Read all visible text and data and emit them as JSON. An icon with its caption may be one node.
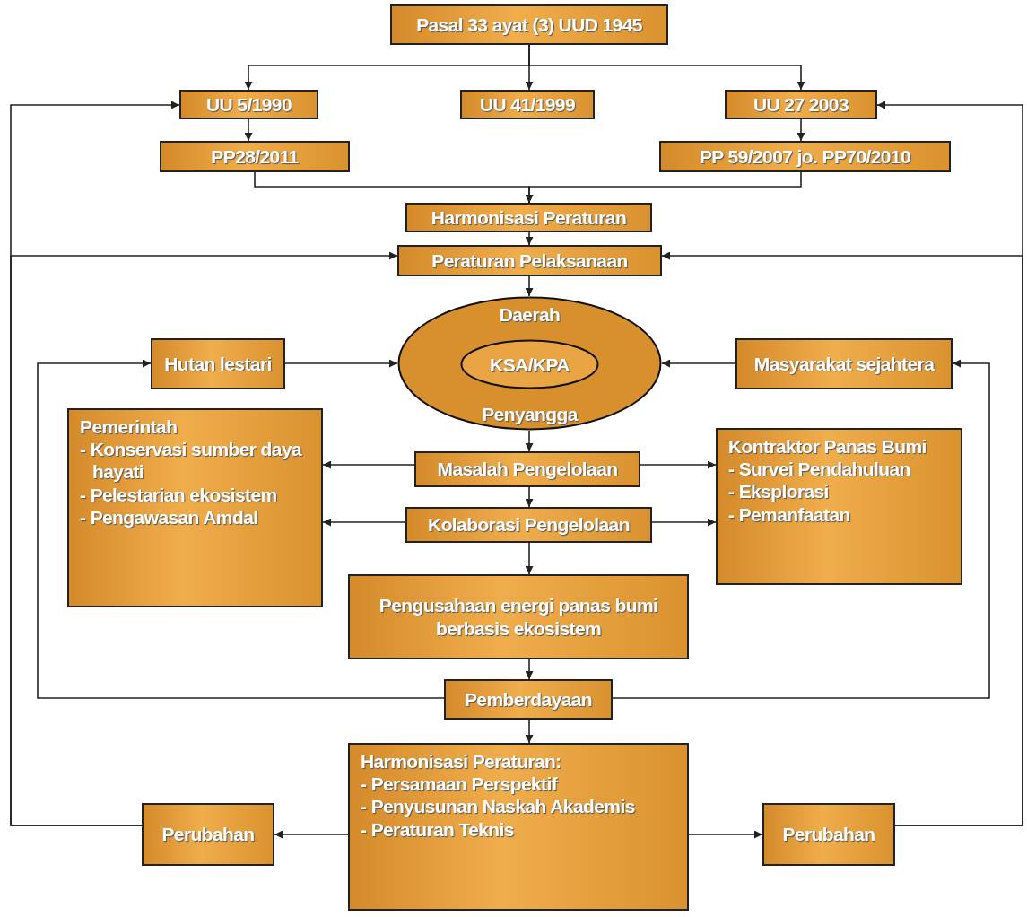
{
  "diagram": {
    "nodes": [
      {
        "text": [
          "Pasal 33 ayat (3) UUD 1945"
        ]
      },
      {
        "text": [
          "UU 5/1990"
        ]
      },
      {
        "text": [
          "UU 41/1999"
        ]
      },
      {
        "text": [
          "UU 27 2003"
        ]
      },
      {
        "text": [
          "PP28/2011"
        ]
      },
      {
        "text": [
          "PP 59/2007 jo. PP70/2010"
        ]
      },
      {
        "text": [
          "Harmonisasi Peraturan"
        ]
      },
      {
        "text": [
          "Peraturan Pelaksanaan"
        ]
      },
      {
        "text": [
          "Daerah",
          "Penyangga"
        ]
      },
      {
        "text": [
          "KSA/KPA"
        ],
        "in": 8
      },
      {
        "text": [
          "Hutan lestari"
        ]
      },
      {
        "text": [
          "Masyarakat sejahtera"
        ]
      },
      {
        "text": [
          "Pemerintah",
          "- Konservasi sumber daya hayati",
          "- Pelestarian ekosistem",
          "- Pengawasan Amdal"
        ]
      },
      {
        "text": [
          "Masalah Pengelolaan"
        ]
      },
      {
        "text": [
          "Kontraktor Panas Bumi",
          "- Survei Pendahuluan",
          "- Eksplorasi",
          "- Pemanfaatan"
        ]
      },
      {
        "text": [
          "Kolaborasi Pengelolaan"
        ]
      },
      {
        "text": [
          "Pengusahaan energi panas bumi berbasis ekosistem"
        ]
      },
      {
        "text": [
          "Pemberdayaan"
        ]
      },
      {
        "text": [
          "Harmonisasi Peraturan:",
          "- Persamaan Perspektif",
          "- Penyusunan Naskah Akademis",
          "- Peraturan Teknis"
        ]
      },
      {
        "text": [
          "Perubahan"
        ]
      },
      {
        "text": [
          "Perubahan"
        ]
      }
    ],
    "edges": [
      {
        "from": 0,
        "to": 1,
        "arrow": "to"
      },
      {
        "from": 0,
        "to": 2,
        "arrow": "to"
      },
      {
        "from": 0,
        "to": 3,
        "arrow": "to"
      },
      {
        "from": 1,
        "to": 4,
        "arrow": "to"
      },
      {
        "from": 3,
        "to": 5,
        "arrow": "to"
      },
      {
        "from": 4,
        "to": 6,
        "arrow": "to"
      },
      {
        "from": 5,
        "to": 6,
        "arrow": "to"
      },
      {
        "from": 6,
        "to": 7,
        "arrow": "to"
      },
      {
        "from": 7,
        "to": 8,
        "arrow": "to"
      },
      {
        "from": 10,
        "to": 8,
        "arrow": "to"
      },
      {
        "from": 11,
        "to": 8,
        "arrow": "to"
      },
      {
        "from": 8,
        "to": 13,
        "arrow": "to"
      },
      {
        "from": 13,
        "to": 12,
        "arrow": "to"
      },
      {
        "from": 13,
        "to": 14,
        "arrow": "to"
      },
      {
        "from": 13,
        "to": 15,
        "arrow": "to"
      },
      {
        "from": 15,
        "to": 12,
        "arrow": "to"
      },
      {
        "from": 15,
        "to": 14,
        "arrow": "to"
      },
      {
        "from": 15,
        "to": 16,
        "arrow": "to"
      },
      {
        "from": 16,
        "to": 17,
        "arrow": "to"
      },
      {
        "from": 17,
        "to": 10,
        "arrow": "to"
      },
      {
        "from": 17,
        "to": 11,
        "arrow": "to"
      },
      {
        "from": 17,
        "to": 18,
        "arrow": "to"
      },
      {
        "from": 18,
        "to": 19,
        "arrow": "to"
      },
      {
        "from": 18,
        "to": 20,
        "arrow": "to"
      },
      {
        "from": 19,
        "to": 1,
        "arrow": "to"
      },
      {
        "from": 19,
        "to": 7,
        "arrow": "to"
      },
      {
        "from": 20,
        "to": 3,
        "arrow": "to"
      },
      {
        "from": 20,
        "to": 7,
        "arrow": "to"
      }
    ]
  }
}
